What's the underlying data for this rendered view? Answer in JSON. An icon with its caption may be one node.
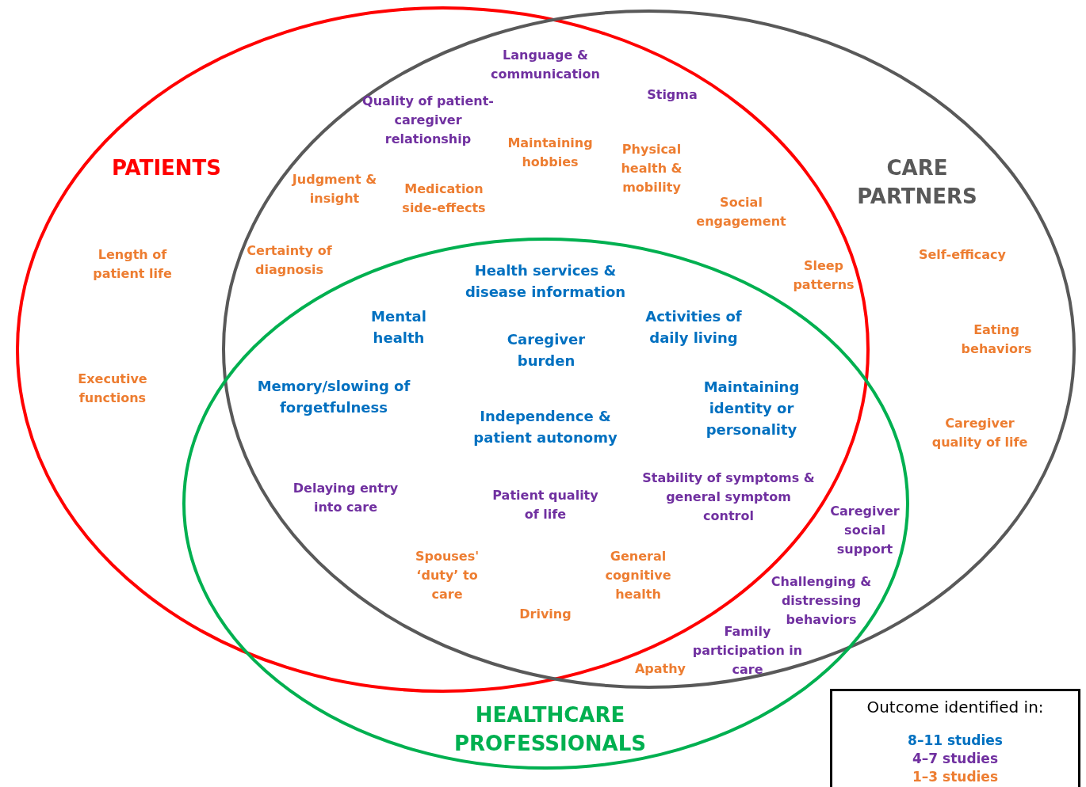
{
  "diagram": {
    "nodes": [
      {
        "text": [
          "PATIENTS"
        ]
      },
      {
        "text": [
          "CARE PARTNERS"
        ]
      },
      {
        "text": [
          "HEALTHCARE PROFESSIONALS"
        ]
      }
    ],
    "labels": [
      "Language & communication",
      "Quality of patient-caregiver relationship",
      "Stigma",
      "Maintaining hobbies",
      "Physical health & mobility",
      "Judgment & insight",
      "Medication side-effects",
      "Social engagement",
      "Self-efficacy",
      "Length of patient life",
      "Certainty of diagnosis",
      "Health services & disease information",
      "Sleep patterns",
      "Mental health",
      "Caregiver burden",
      "Activities of daily living",
      "Eating behaviors",
      "Executive functions",
      "Memory/slowing of forgetfulness",
      "Independence & patient autonomy",
      "Maintaining identity or personality",
      "Caregiver quality of life",
      "Stability of symptoms & general symptom control",
      "Delaying entry into care",
      "Patient quality of life",
      "Caregiver social support",
      "Spouses' ‘duty’ to care",
      "General cognitive health",
      "Challenging & distressing behaviors",
      "Driving",
      "Family participation in care",
      "Apathy",
      "Outcome identified in:"
    ],
    "legend": [
      {
        "text": "8–11 studies",
        "color": "#0070c0"
      },
      {
        "text": "4–7 studies",
        "color": "#7030a0"
      },
      {
        "text": "1–3 studies",
        "color": "#ed7d31"
      }
    ]
  }
}
